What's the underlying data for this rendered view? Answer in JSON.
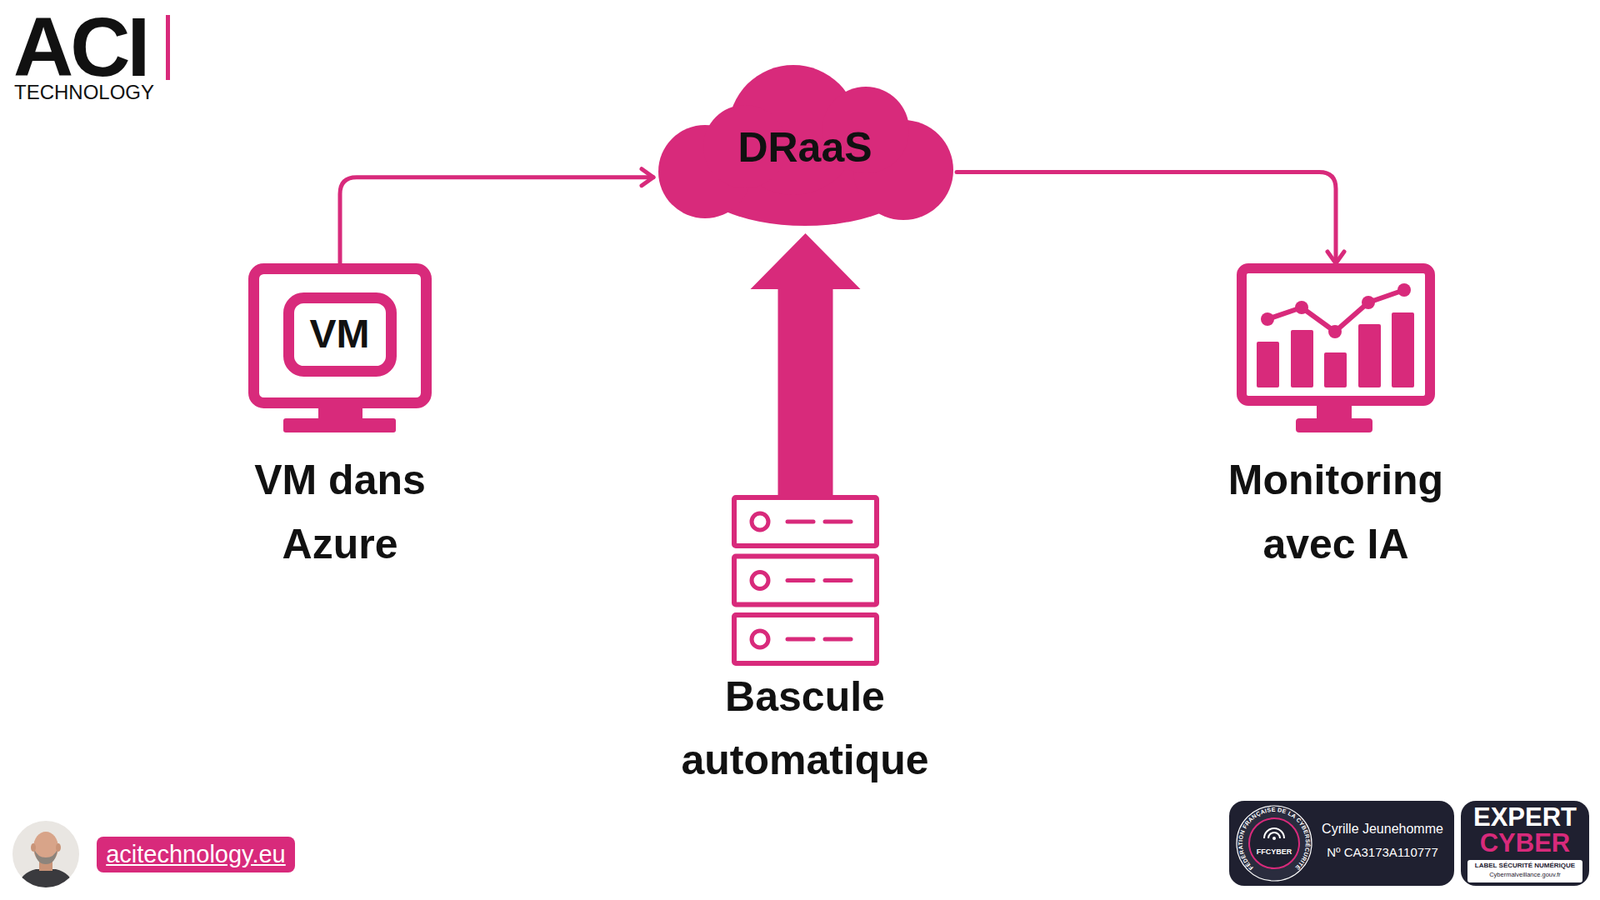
{
  "diagram": {
    "nodes": [
      {
        "text": [
          "DRaaS"
        ]
      },
      {
        "text": [
          "VM",
          "VM dans Azure"
        ]
      },
      {
        "text": [
          "Monitoring avec IA"
        ]
      },
      {
        "text": [
          "Bascule automatique"
        ]
      },
      {
        "text": [
          "acitechnology.eu"
        ]
      },
      {
        "text": [
          "FÉDÉRATION FRANÇAISE DE LA CYBERSÉCURITÉ",
          "FFCYBER",
          "Cyrille Jeunehomme",
          "Nº CA3173A110777"
        ]
      },
      {
        "text": [
          "EXPERT",
          "CYBER",
          "LABEL SÉCURITÉ NUMÉRIQUE",
          "Cybermalveillance.gouv.fr"
        ]
      }
    ],
    "edges": [
      {
        "from": 1,
        "to": 0,
        "arrow": "to"
      },
      {
        "from": 0,
        "to": 2,
        "arrow": "to"
      },
      {
        "from": 3,
        "to": 0,
        "arrow": "to"
      }
    ],
    "labels": [
      "ACI",
      "TECHNOLOGY"
    ]
  }
}
